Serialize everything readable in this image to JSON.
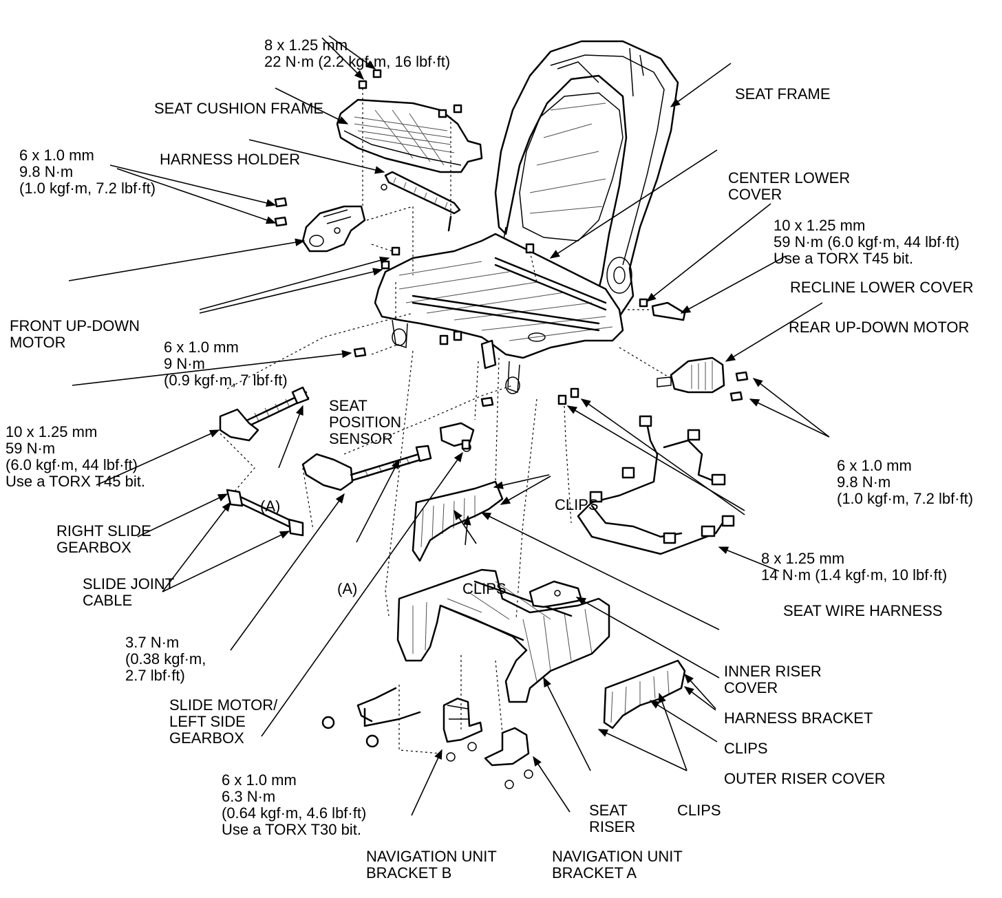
{
  "labels": {
    "bolt_seat_cushion_top": [
      "8 x 1.25 mm",
      "22 N·m (2.2 kgf·m, 16 lbf·ft)"
    ],
    "seat_cushion_frame": [
      "SEAT CUSHION FRAME"
    ],
    "bolt_front_motor": [
      "6 x 1.0 mm",
      "9.8 N·m",
      "(1.0 kgf·m, 7.2 lbf·ft)"
    ],
    "harness_holder": [
      "HARNESS HOLDER"
    ],
    "seat_frame": [
      "SEAT FRAME"
    ],
    "center_lower_cover": [
      "CENTER LOWER",
      "COVER"
    ],
    "bolt_recline": [
      "10 x 1.25 mm",
      "59 N·m (6.0 kgf·m, 44 lbf·ft)",
      "Use a TORX T45 bit."
    ],
    "recline_lower_cover": [
      "RECLINE LOWER COVER"
    ],
    "rear_up_down_motor": [
      "REAR UP-DOWN MOTOR"
    ],
    "front_up_down_motor": [
      "FRONT UP-DOWN",
      "MOTOR"
    ],
    "bolt_frame_side": [
      "6 x 1.0 mm",
      "9 N·m",
      "(0.9 kgf·m, 7 lbf·ft)"
    ],
    "bolt_slide": [
      "10 x 1.25 mm",
      "59 N·m",
      "(6.0 kgf·m, 44 lbf·ft)",
      "Use a TORX T45 bit."
    ],
    "seat_position_sensor": [
      "SEAT",
      "POSITION",
      "SENSOR"
    ],
    "bolt_rear_motor": [
      "6 x 1.0 mm",
      "9.8 N·m",
      "(1.0 kgf·m, 7.2 lbf·ft)"
    ],
    "a_upper": [
      "(A)"
    ],
    "clips_inner_upper": [
      "CLIPS"
    ],
    "right_slide_gearbox": [
      "RIGHT SLIDE",
      "GEARBOX"
    ],
    "bolt_riser": [
      "8 x 1.25 mm",
      "14 N·m (1.4 kgf·m, 10 lbf·ft)"
    ],
    "slide_joint_cable": [
      "SLIDE JOINT",
      "CABLE"
    ],
    "a_lower": [
      "(A)"
    ],
    "clips_inner_lower": [
      "CLIPS"
    ],
    "seat_wire_harness": [
      "SEAT WIRE HARNESS"
    ],
    "cable_torque": [
      "3.7 N·m",
      "(0.38 kgf·m,",
      "2.7 lbf·ft)"
    ],
    "inner_riser_cover": [
      "INNER RISER",
      "COVER"
    ],
    "slide_motor": [
      "SLIDE MOTOR/",
      "LEFT SIDE",
      "GEARBOX"
    ],
    "harness_bracket": [
      "HARNESS BRACKET"
    ],
    "clips_outer_upper": [
      "CLIPS"
    ],
    "bolt_nav": [
      "6 x 1.0 mm",
      "6.3 N·m",
      "(0.64 kgf·m, 4.6 lbf·ft)",
      "Use a TORX T30 bit."
    ],
    "outer_riser_cover": [
      "OUTER RISER COVER"
    ],
    "seat_riser": [
      "SEAT",
      "RISER"
    ],
    "clips_outer_lower": [
      "CLIPS"
    ],
    "nav_bracket_b": [
      "NAVIGATION UNIT",
      "BRACKET B"
    ],
    "nav_bracket_a": [
      "NAVIGATION UNIT",
      "BRACKET A"
    ]
  }
}
